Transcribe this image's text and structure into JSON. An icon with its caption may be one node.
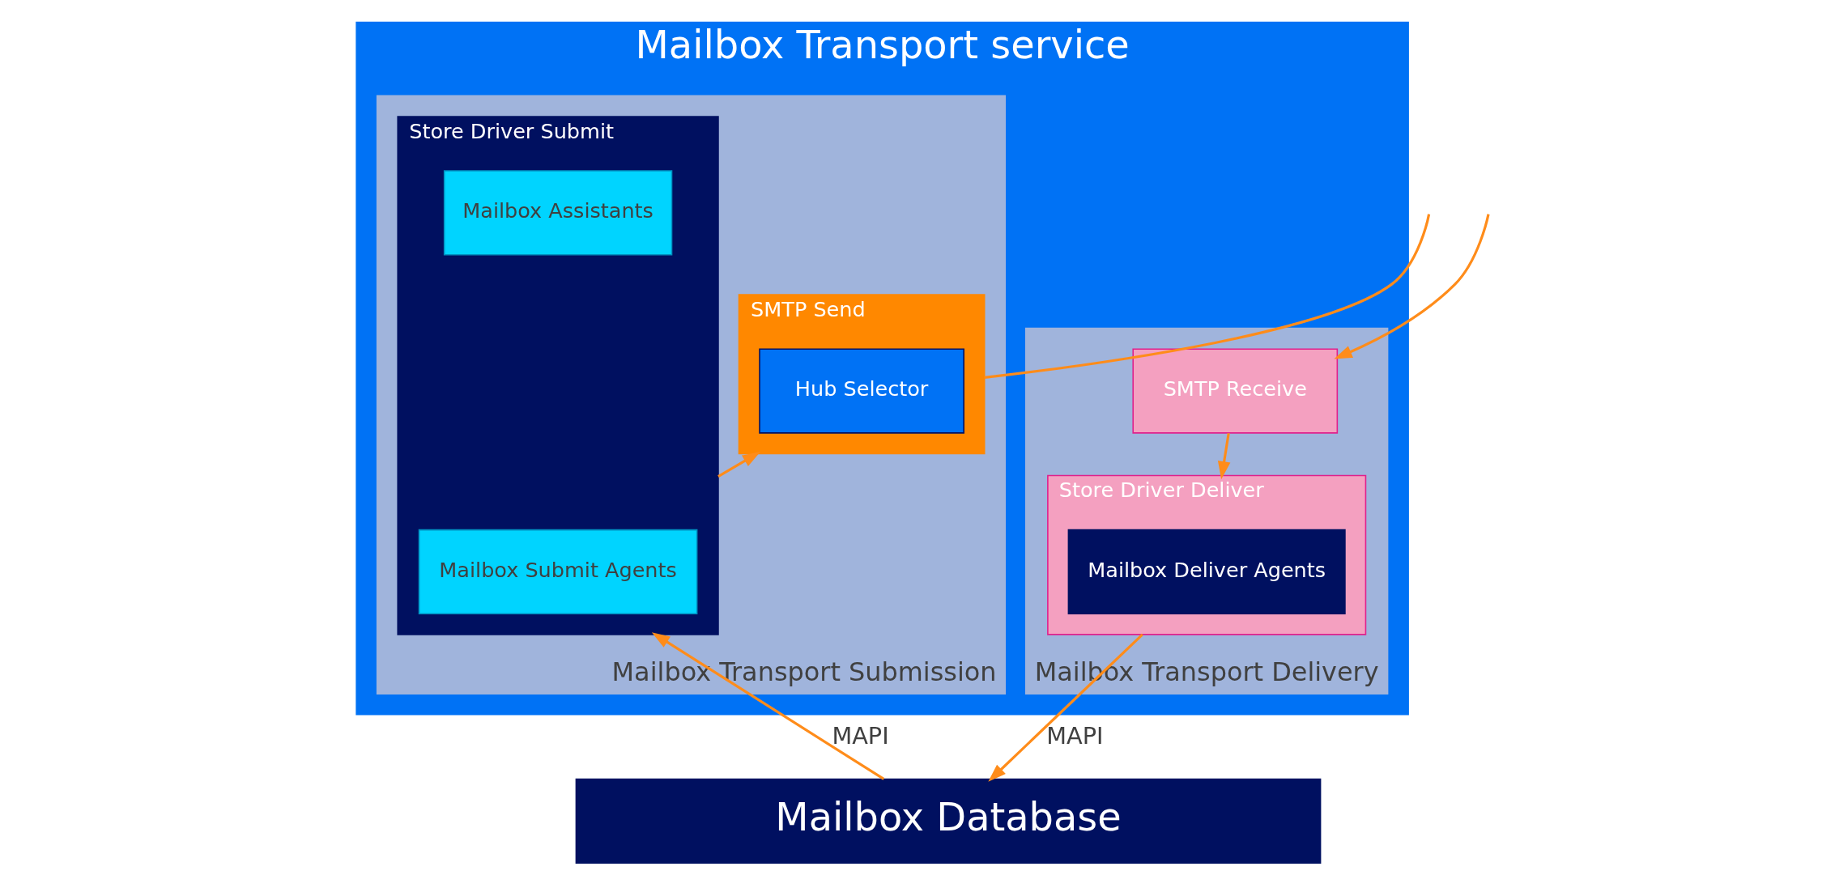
{
  "diagram": {
    "nodes": [
      {
        "text": [
          "Mailbox Transport service"
        ]
      },
      {
        "text": [
          "Mailbox Transport Delivery"
        ],
        "in": 0
      },
      {
        "text": [
          "SMTP Receive"
        ],
        "in": 1
      },
      {
        "text": [
          "Store Driver Deliver"
        ],
        "in": 1
      },
      {
        "text": [
          "Mailbox Deliver Agents"
        ],
        "in": 3
      },
      {
        "text": [
          "Mailbox Transport Submission"
        ],
        "in": 0
      },
      {
        "text": [
          "SMTP Send"
        ],
        "in": 5
      },
      {
        "text": [
          "Hub Selector"
        ],
        "in": 6
      },
      {
        "text": [
          "Store Driver Submit"
        ],
        "in": 5
      },
      {
        "text": [
          "Mailbox Assistants"
        ],
        "in": 8
      },
      {
        "text": [
          "Mailbox Submit Agents"
        ],
        "in": 8
      },
      {
        "text": [
          "Mailbox Database"
        ]
      }
    ],
    "edges": [
      {
        "from": null,
        "to": 2,
        "arrow": "to"
      },
      {
        "from": 2,
        "to": 3,
        "arrow": "to"
      },
      {
        "from": 3,
        "to": 11,
        "arrow": "to",
        "label": "MAPI"
      },
      {
        "from": 11,
        "to": 8,
        "arrow": "to",
        "label": "MAPI"
      },
      {
        "from": 8,
        "to": 6,
        "arrow": "to"
      },
      {
        "from": 6,
        "to": null,
        "arrow": "none"
      }
    ]
  }
}
